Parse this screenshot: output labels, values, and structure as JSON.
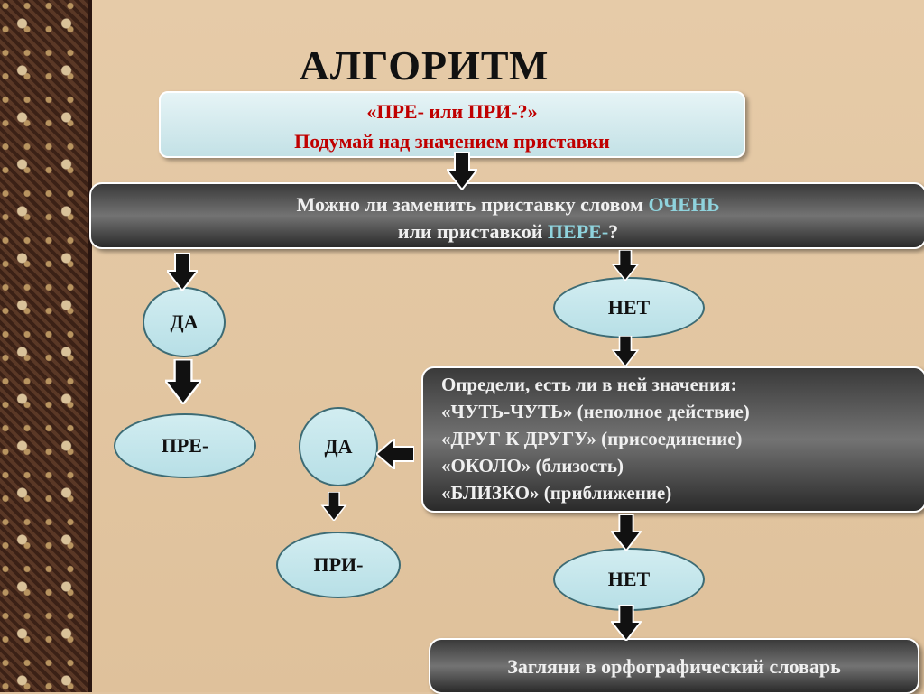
{
  "title": "АЛГОРИТМ",
  "top_box": {
    "line1": "«ПРЕ- или ПРИ-?»",
    "line2": "Подумай над значением приставки"
  },
  "question1": {
    "line1_a": "Можно ли заменить приставку словом ",
    "line1_b": "ОЧЕНЬ",
    "line2_a": "или приставкой ",
    "line2_b": "ПЕРЕ-",
    "line2_c": "?"
  },
  "nodes": {
    "yes1": "ДА",
    "pre": "ПРЕ-",
    "no1": "НЕТ",
    "yes2": "ДА",
    "pri": "ПРИ-",
    "no2": "НЕТ"
  },
  "question2": {
    "lines": [
      "Определи, есть ли в ней значения:",
      "«ЧУТЬ-ЧУТЬ» (неполное действие)",
      "«ДРУГ К ДРУГУ» (присоединение)",
      "«ОКОЛО» (близость)",
      "«БЛИЗКО» (приближение)"
    ]
  },
  "final_box": "Загляни в орфографический словарь",
  "colors": {
    "accent_red": "#c00000",
    "highlight_cyan": "#8fd3dd"
  }
}
